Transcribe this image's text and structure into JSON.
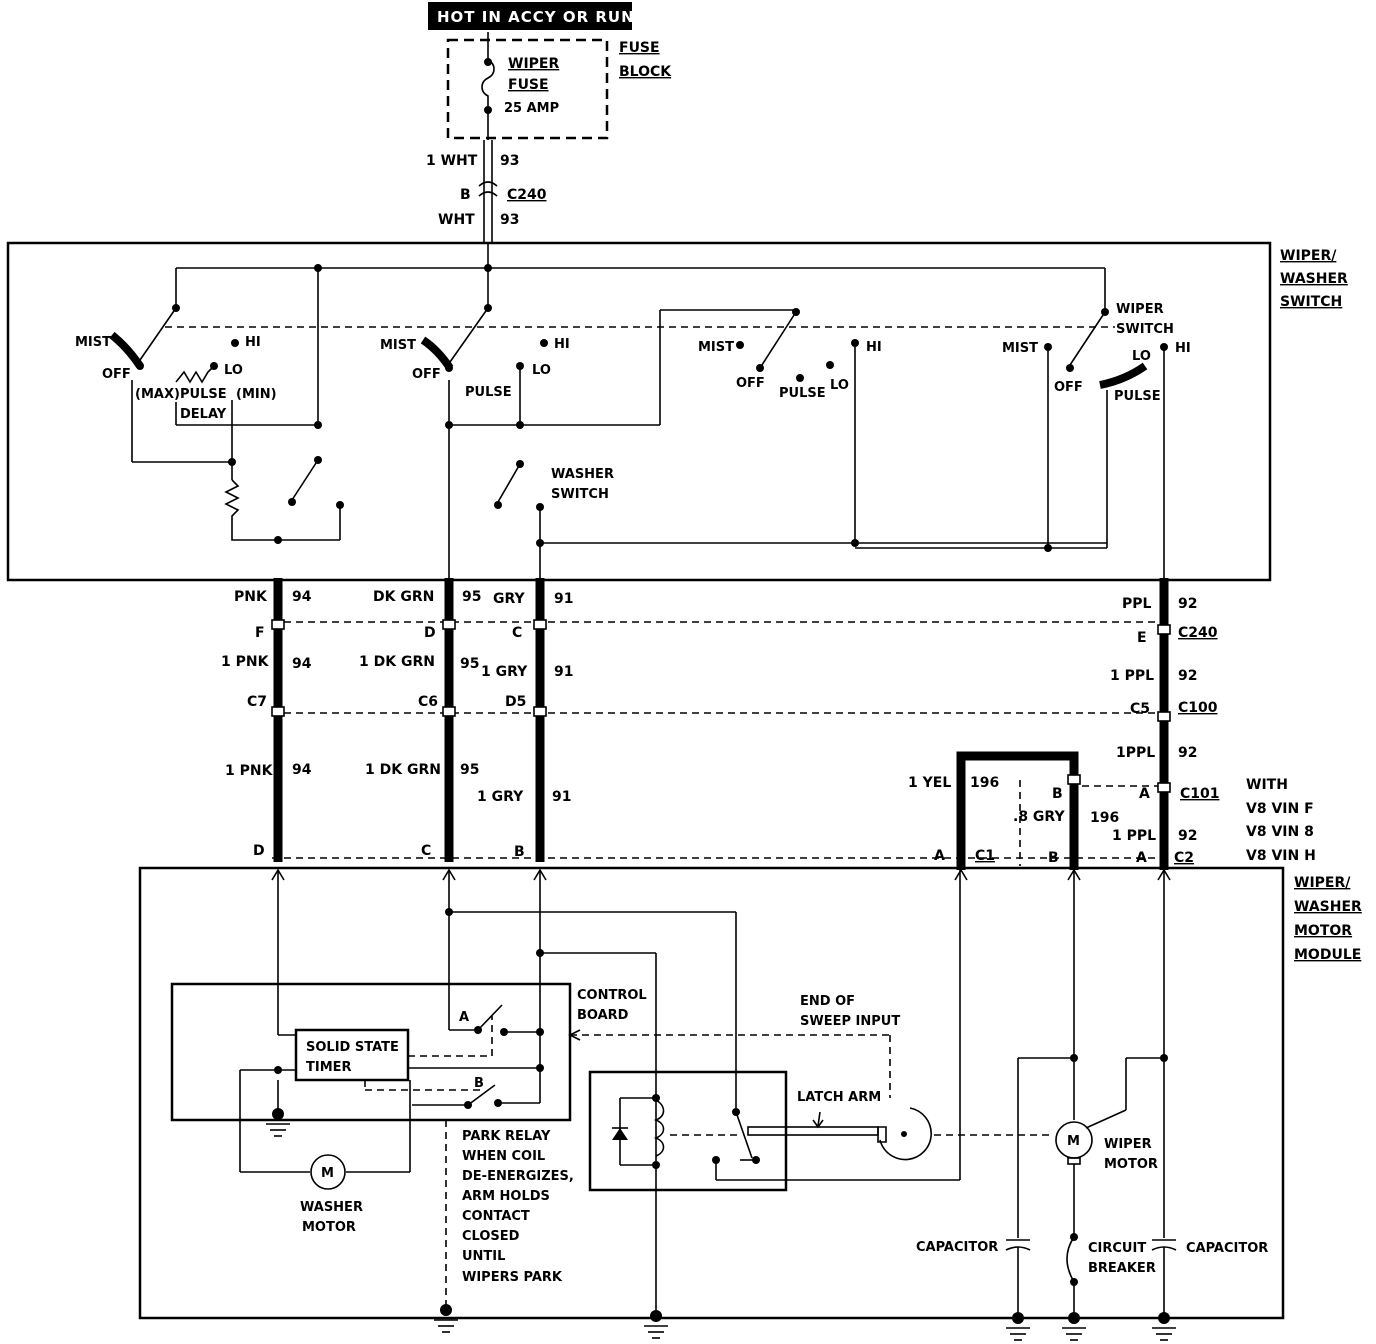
{
  "header": {
    "power_label": "HOT IN ACCY OR RUN"
  },
  "fuse_block": {
    "title_line1": "FUSE",
    "title_line2": "BLOCK",
    "fuse_line1": "WIPER",
    "fuse_line2": "FUSE",
    "fuse_rating": "25 AMP"
  },
  "feed": {
    "wire_top_label": "1 WHT",
    "wire_top_circuit": "93",
    "connector_pin": "B",
    "connector": "C240",
    "wire_bottom_label": "WHT",
    "wire_bottom_circuit": "93"
  },
  "switch_box": {
    "title_line1": "WIPER/",
    "title_line2": "WASHER",
    "title_line3": "SWITCH",
    "s1": {
      "mist": "MIST",
      "off": "OFF",
      "hi": "HI",
      "lo": "LO",
      "max": "(MAX)",
      "pulse": "PULSE",
      "min": "(MIN)",
      "delay": "DELAY"
    },
    "s2": {
      "mist": "MIST",
      "off": "OFF",
      "hi": "HI",
      "lo": "LO",
      "pulse": "PULSE"
    },
    "s3": {
      "mist": "MIST",
      "off": "OFF",
      "hi": "HI",
      "lo": "LO",
      "pulse": "PULSE"
    },
    "s4": {
      "mist": "MIST",
      "off": "OFF",
      "hi": "HI",
      "lo": "LO",
      "pulse": "PULSE",
      "wiper_line1": "WIPER",
      "wiper_line2": "SWITCH"
    },
    "washer_line1": "WASHER",
    "washer_line2": "SWITCH"
  },
  "harness": {
    "pnk": {
      "l1": "PNK",
      "c1": "94",
      "pin_a": "F",
      "l2": "1 PNK",
      "c2": "94",
      "pin_b": "C7",
      "l3": "1 PNK",
      "c3": "94",
      "pin_c": "D"
    },
    "grn": {
      "l1": "DK GRN",
      "c1": "95",
      "pin_a": "D",
      "l2": "1 DK GRN",
      "c2": "95",
      "pin_b": "C6",
      "l3": "1 DK GRN",
      "c3": "95",
      "pin_c": "C"
    },
    "gry": {
      "l1": "GRY",
      "c1": "91",
      "pin_a": "C",
      "l2": "1 GRY",
      "c2": "91",
      "pin_b": "D5",
      "l3": "1 GRY",
      "c3": "91",
      "pin_c": "B"
    },
    "ppl": {
      "l1": "PPL",
      "c1": "92",
      "pin_a": "E",
      "conn_a": "C240",
      "l2": "1 PPL",
      "c2": "92",
      "pin_b": "C5",
      "conn_b": "C100",
      "l3": "1PPL",
      "c3": "92",
      "pin_c": "A",
      "conn_c": "C101",
      "l4": "1 PPL",
      "c4": "92",
      "pin_d": "A",
      "conn_d": "C2"
    },
    "yel": {
      "l1": "1 YEL",
      "c1": "196",
      "pin": "A",
      "conn": "C1"
    },
    "gry8": {
      "l1": ".8 GRY",
      "c1": "196",
      "pin_a": "B",
      "pin_b": "B"
    },
    "with_note": {
      "l1": "WITH",
      "l2": "V8 VIN F",
      "l3": "V8 VIN 8",
      "l4": "V8 VIN H"
    }
  },
  "motor_module": {
    "title_line1": "WIPER/",
    "title_line2": "WASHER",
    "title_line3": "MOTOR",
    "title_line4": "MODULE",
    "control_line1": "CONTROL",
    "control_line2": "BOARD",
    "timer_line1": "SOLID STATE",
    "timer_line2": "TIMER",
    "relay_a": "A",
    "relay_b": "B",
    "park_note": [
      "PARK RELAY",
      "WHEN COIL",
      "DE-ENERGIZES,",
      "ARM HOLDS",
      "CONTACT",
      "CLOSED",
      "UNTIL",
      "WIPERS PARK"
    ],
    "end_sweep_line1": "END OF",
    "end_sweep_line2": "SWEEP INPUT",
    "latch_arm": "LATCH ARM",
    "washer_motor_line1": "WASHER",
    "washer_motor_line2": "MOTOR",
    "wiper_motor_line1": "WIPER",
    "wiper_motor_line2": "MOTOR",
    "motor_symbol": "M",
    "capacitor": "CAPACITOR",
    "breaker_line1": "CIRCUIT",
    "breaker_line2": "BREAKER"
  }
}
